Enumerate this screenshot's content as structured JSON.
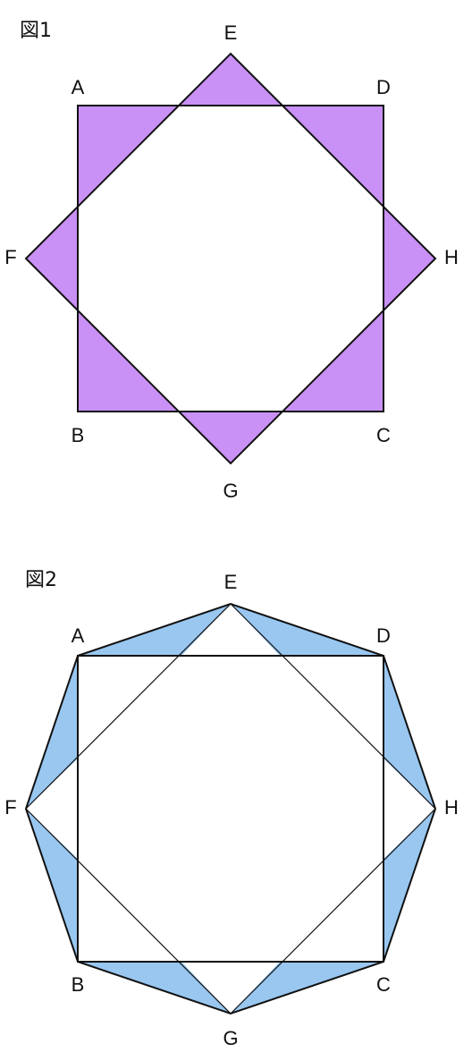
{
  "figure1": {
    "title": "図1",
    "fill_color": "#c990f5",
    "labels": {
      "A": "A",
      "B": "B",
      "C": "C",
      "D": "D",
      "E": "E",
      "F": "F",
      "G": "G",
      "H": "H"
    }
  },
  "figure2": {
    "title": "図2",
    "fill_color": "#99c7f0",
    "labels": {
      "A": "A",
      "B": "B",
      "C": "C",
      "D": "D",
      "E": "E",
      "F": "F",
      "G": "G",
      "H": "H"
    }
  }
}
